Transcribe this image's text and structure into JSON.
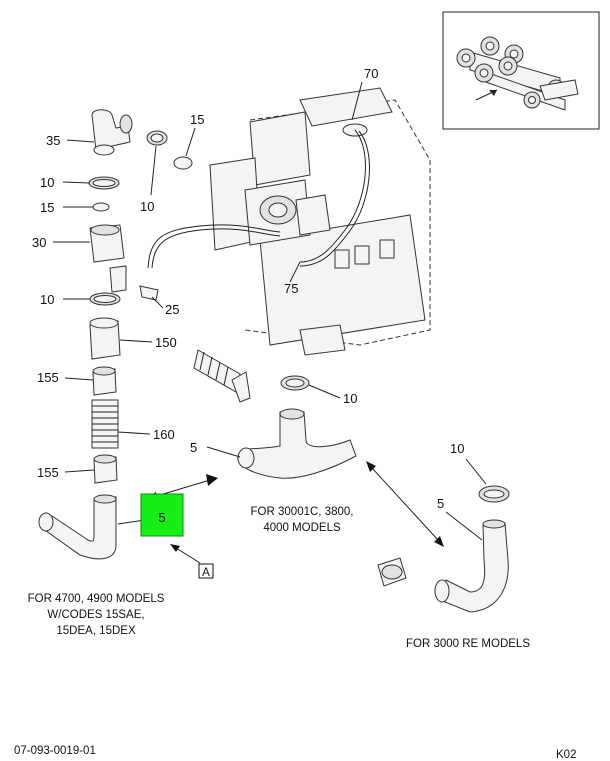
{
  "callouts": {
    "c70": "70",
    "c15a": "15",
    "c35": "35",
    "c10a": "10",
    "c10b": "10",
    "c15b": "15",
    "c30": "30",
    "c10c": "10",
    "c25": "25",
    "c75": "75",
    "c150": "150",
    "c155a": "155",
    "c160": "160",
    "c155b": "155",
    "c10d": "10",
    "c5a": "5",
    "c5b": "5",
    "c10e": "10",
    "c5c": "5",
    "ref_a": "A"
  },
  "captions": {
    "left_line1": "FOR 4700, 4900 MODELS",
    "left_line2": "W/CODES 15SAE,",
    "left_line3": "15DEA, 15DEX",
    "mid_line1": "FOR 30001C, 3800,",
    "mid_line2": "4000 MODELS",
    "right_line1": "FOR 3000 RE MODELS"
  },
  "footer": {
    "drawing_number": "07-093-0019-01",
    "sheet_code": "K02"
  },
  "colors": {
    "highlight": "#16ee16",
    "line": "#222222"
  }
}
